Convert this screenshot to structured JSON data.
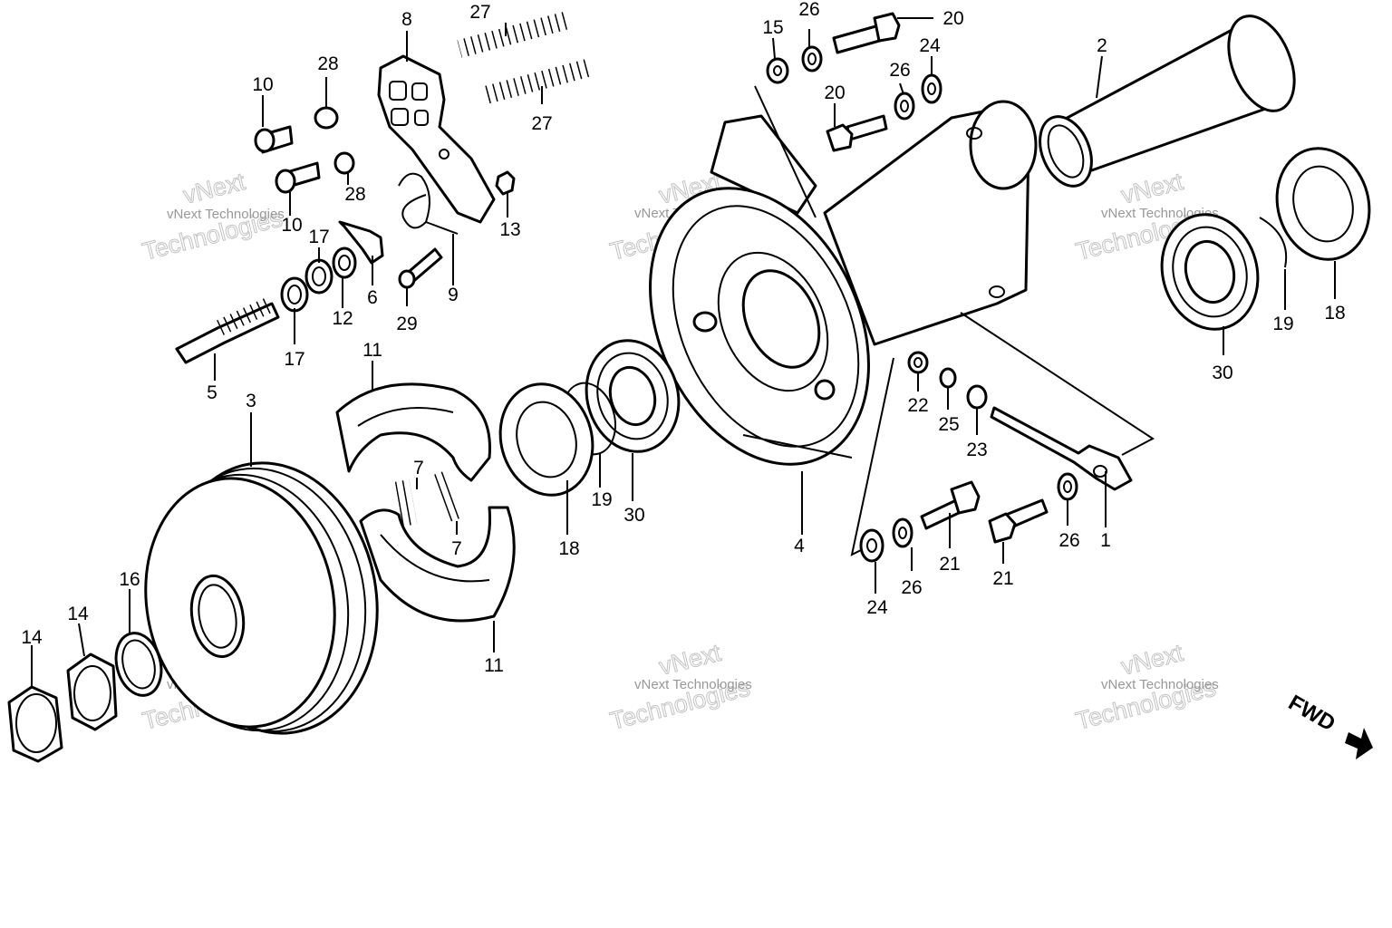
{
  "fwd_label": "FWD",
  "watermark": {
    "line1": "vNext Technologies",
    "line2": "vNext",
    "line3": "Technologies"
  },
  "callouts": [
    {
      "id": "c-1",
      "label": "1"
    },
    {
      "id": "c-2",
      "label": "2"
    },
    {
      "id": "c-3",
      "label": "3"
    },
    {
      "id": "c-4",
      "label": "4"
    },
    {
      "id": "c-5",
      "label": "5"
    },
    {
      "id": "c-6",
      "label": "6"
    },
    {
      "id": "c-7a",
      "label": "7"
    },
    {
      "id": "c-7b",
      "label": "7"
    },
    {
      "id": "c-8",
      "label": "8"
    },
    {
      "id": "c-9",
      "label": "9"
    },
    {
      "id": "c-10a",
      "label": "10"
    },
    {
      "id": "c-10b",
      "label": "10"
    },
    {
      "id": "c-11a",
      "label": "11"
    },
    {
      "id": "c-11b",
      "label": "11"
    },
    {
      "id": "c-12",
      "label": "12"
    },
    {
      "id": "c-13",
      "label": "13"
    },
    {
      "id": "c-14a",
      "label": "14"
    },
    {
      "id": "c-14b",
      "label": "14"
    },
    {
      "id": "c-15",
      "label": "15"
    },
    {
      "id": "c-16",
      "label": "16"
    },
    {
      "id": "c-17a",
      "label": "17"
    },
    {
      "id": "c-17b",
      "label": "17"
    },
    {
      "id": "c-18a",
      "label": "18"
    },
    {
      "id": "c-18b",
      "label": "18"
    },
    {
      "id": "c-19a",
      "label": "19"
    },
    {
      "id": "c-19b",
      "label": "19"
    },
    {
      "id": "c-20a",
      "label": "20"
    },
    {
      "id": "c-20b",
      "label": "20"
    },
    {
      "id": "c-21a",
      "label": "21"
    },
    {
      "id": "c-21b",
      "label": "21"
    },
    {
      "id": "c-22",
      "label": "22"
    },
    {
      "id": "c-23",
      "label": "23"
    },
    {
      "id": "c-24a",
      "label": "24"
    },
    {
      "id": "c-24b",
      "label": "24"
    },
    {
      "id": "c-25",
      "label": "25"
    },
    {
      "id": "c-26a",
      "label": "26"
    },
    {
      "id": "c-26b",
      "label": "26"
    },
    {
      "id": "c-26c",
      "label": "26"
    },
    {
      "id": "c-26d",
      "label": "26"
    },
    {
      "id": "c-27a",
      "label": "27"
    },
    {
      "id": "c-27b",
      "label": "27"
    },
    {
      "id": "c-28a",
      "label": "28"
    },
    {
      "id": "c-28b",
      "label": "28"
    },
    {
      "id": "c-29",
      "label": "29"
    },
    {
      "id": "c-30a",
      "label": "30"
    },
    {
      "id": "c-30b",
      "label": "30"
    }
  ]
}
